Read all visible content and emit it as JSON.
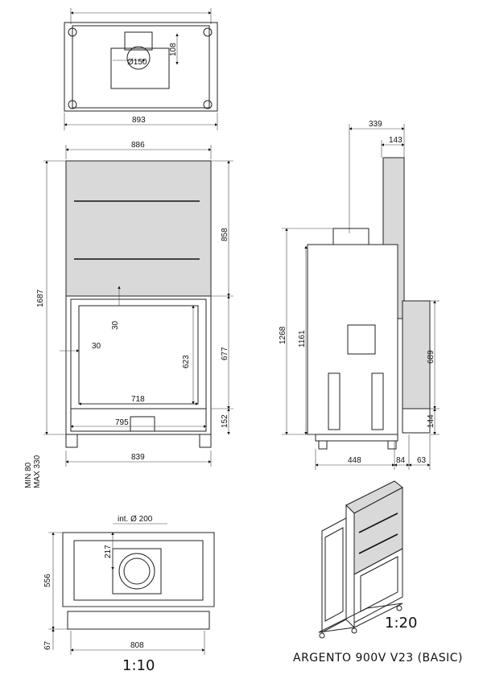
{
  "title": "ARGENTO 900V V23 (BASIC)",
  "scales": {
    "main": "1:10",
    "iso": "1:20"
  },
  "dims": {
    "top_w": "893",
    "top_flue_d": "Ø150",
    "top_108": "108",
    "front_886": "886",
    "front_1687": "1687",
    "front_858": "858",
    "front_30a": "30",
    "front_30b": "30",
    "front_623": "623",
    "front_677": "677",
    "front_718": "718",
    "front_795": "795",
    "front_152": "152",
    "front_839": "839",
    "front_min": "MIN 80",
    "front_max": "MAX 330",
    "side_339": "339",
    "side_143": "143",
    "side_1268": "1268",
    "side_1161": "1161",
    "side_689": "689",
    "side_144": "144",
    "side_448": "448",
    "side_84": "84",
    "side_63": "63",
    "plan_int": "int.  Ø 200",
    "plan_217": "217",
    "plan_556": "556",
    "plan_67": "67",
    "plan_808": "808"
  }
}
